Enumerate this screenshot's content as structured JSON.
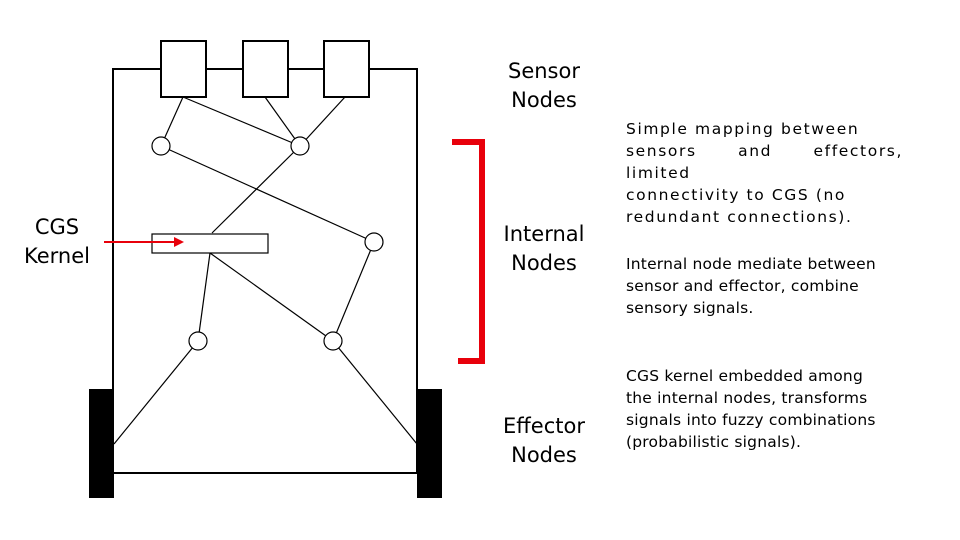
{
  "labels": {
    "sensor": [
      "Sensor",
      "Nodes"
    ],
    "internal": [
      "Internal",
      "Nodes"
    ],
    "effector": [
      "Effector",
      "Nodes"
    ],
    "kernel": [
      "CGS",
      "Kernel"
    ]
  },
  "descriptions": [
    {
      "lines": [
        "Simple mapping between",
        "sensors and effectors, limited",
        "connectivity to CGS (no",
        "redundant connections)."
      ]
    },
    {
      "lines": [
        "Internal node mediate between",
        "sensor and effector, combine",
        "sensory signals."
      ]
    },
    {
      "lines": [
        "CGS kernel embedded among",
        "the internal nodes, transforms",
        "signals into fuzzy combinations",
        "(probabilistic signals)."
      ]
    }
  ],
  "colors": {
    "stroke": "#000000",
    "accent": "#e8000b",
    "wheel": "#000000"
  }
}
